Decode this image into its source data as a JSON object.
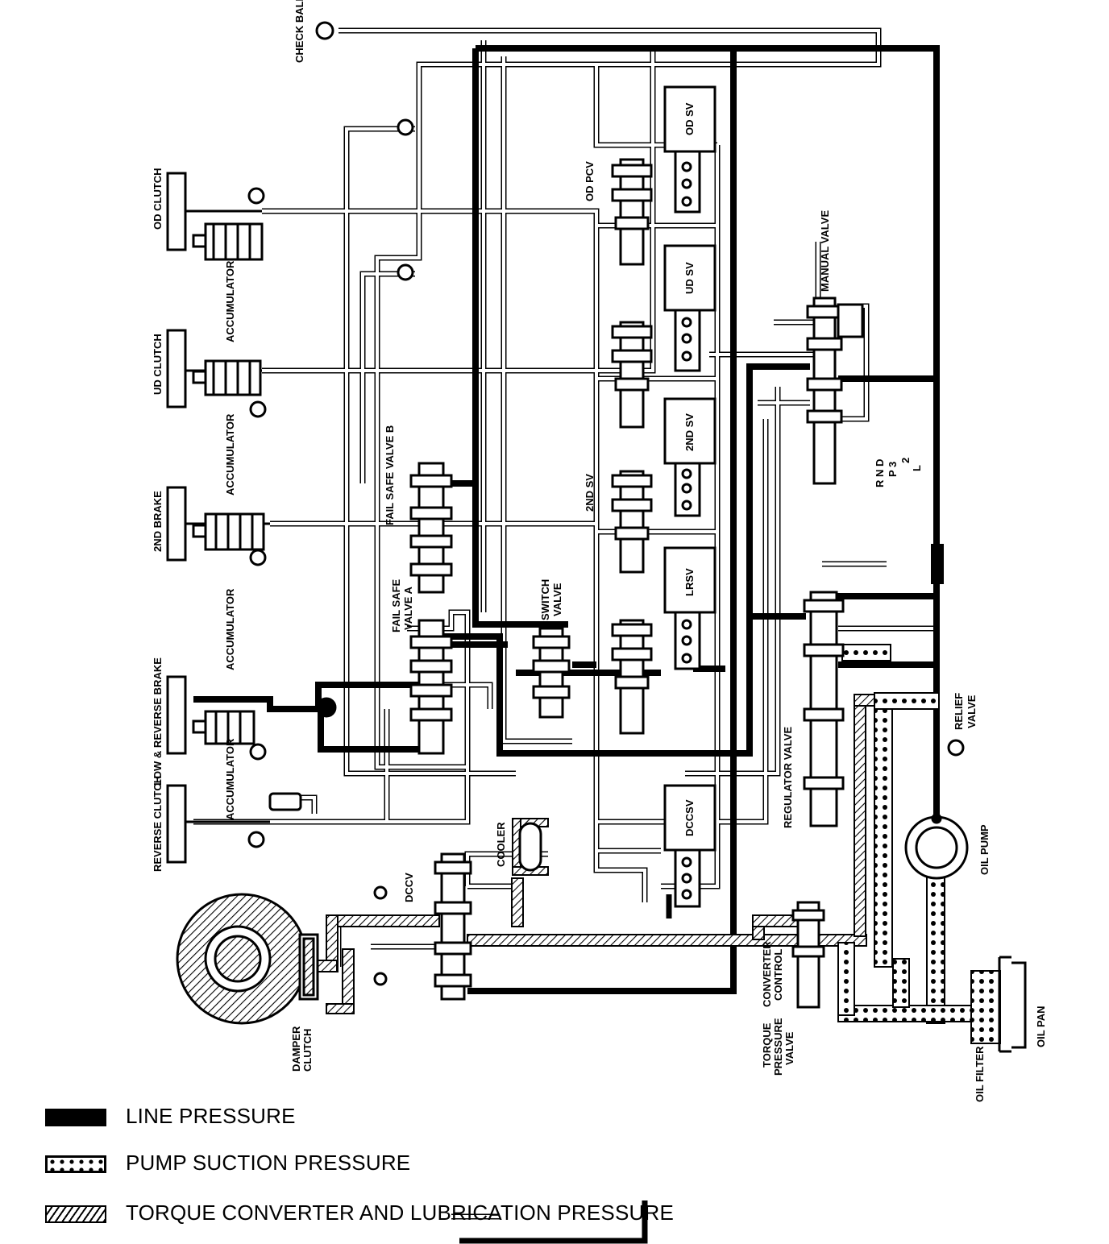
{
  "labels": {
    "check_ball": "CHECK BALL",
    "od_clutch": "OD CLUTCH",
    "ud_clutch": "UD CLUTCH",
    "second_brake": "2ND BRAKE",
    "low_reverse_brake": "LOW & REVERSE BRAKE",
    "reverse_clutch": "REVERSE CLUTCH",
    "accumulator": "ACCUMULATOR",
    "fail_safe_valve_b": "FAIL SAFE VALVE B",
    "fail_safe_valve_a_1": "FAIL SAFE",
    "fail_safe_valve_a_2": "VALVE A",
    "switch_valve_1": "SWITCH",
    "switch_valve_2": "VALVE",
    "od_pcv": "OD PCV",
    "od_sv": "OD SV",
    "ud_sv": "UD SV",
    "second_sv": "2ND SV",
    "second_sv_side": "2ND SV",
    "lrsv": "LRSV",
    "dccsv": "DCCSV",
    "dccv": "DCCV",
    "cooler": "COOLER",
    "manual_valve": "MANUAL VALVE",
    "shift_positions_1": "R N D",
    "shift_positions_2": "P 3",
    "shift_positions_3": "2",
    "shift_positions_4": "L",
    "relief_valve_1": "RELIEF",
    "relief_valve_2": "VALVE",
    "regulator_valve": "REGULATOR VALVE",
    "oil_pump": "OIL PUMP",
    "converter_control_1": "CONVERTER",
    "converter_control_2": "CONTROL",
    "torque_pressure_1": "TORQUE",
    "torque_pressure_2": "PRESSURE",
    "torque_pressure_3": "VALVE",
    "damper_clutch_1": "DAMPER",
    "damper_clutch_2": "CLUTCH",
    "oil_filter": "OIL FILTER",
    "oil_pan": "OIL PAN"
  },
  "legend": [
    {
      "id": "line",
      "label": "LINE PRESSURE"
    },
    {
      "id": "suction",
      "label": "PUMP SUCTION PRESSURE"
    },
    {
      "id": "torque",
      "label": "TORQUE CONVERTER AND LUBRICATION PRESSURE"
    }
  ]
}
